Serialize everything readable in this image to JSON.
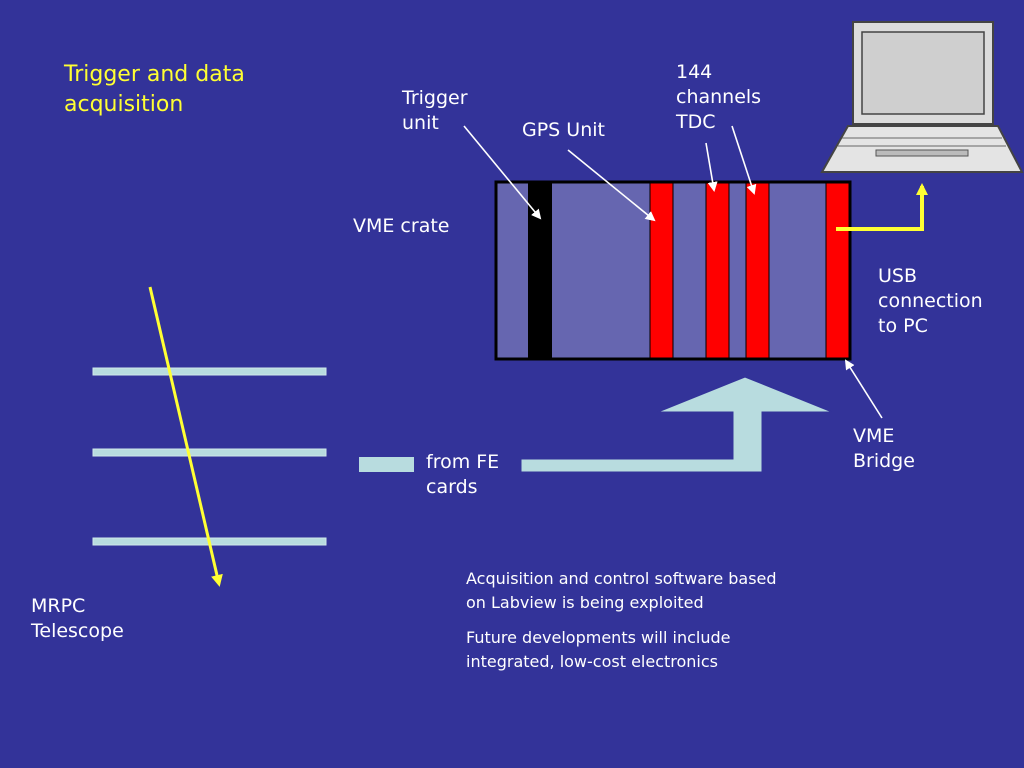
{
  "title": "Trigger and data\nacquisition",
  "labels": {
    "trigger_unit": "Trigger\nunit",
    "gps_unit": "GPS Unit",
    "tdc": "144\nchannels\nTDC",
    "vme_crate": "VME crate",
    "usb": "USB\nconnection\nto PC",
    "vme_bridge": "VME\nBridge",
    "from_fe": "from FE\ncards",
    "mrpc": "MRPC\nTelescope"
  },
  "notes": [
    "Acquisition and control software based\non Labview is being exploited",
    "Future developments will include\nintegrated, low-cost electronics"
  ],
  "colors": {
    "background": "#333399",
    "crate_fill": "#6666b0",
    "module_red": "#ff0000",
    "trigger_black": "#000000",
    "arrow_fill": "#b8dcdf",
    "track_yellow": "#ffff33",
    "usb_yellow": "#ffff33",
    "title_color": "#ffff33"
  }
}
